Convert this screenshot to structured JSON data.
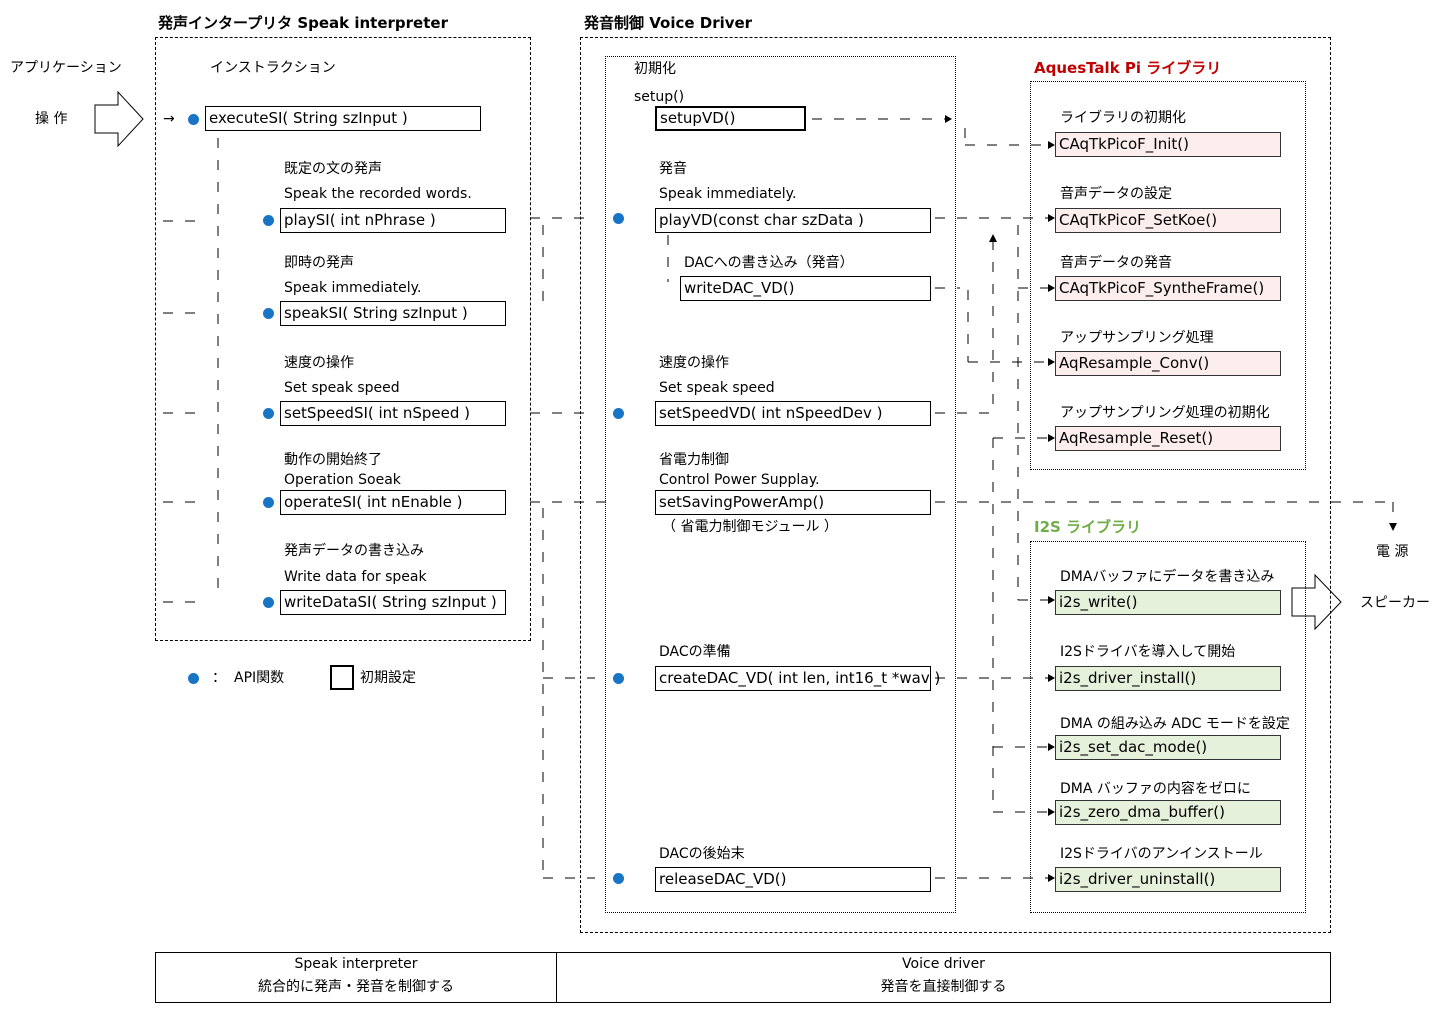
{
  "colors": {
    "api_dot": "#1874c4",
    "aquestalk_title": "#c00000",
    "i2s_title": "#70ad47",
    "pink_fill": "#fdeeee",
    "green_fill": "#e6f1dc"
  },
  "speak_interpreter": {
    "title": "発声インタープリタ Speak interpreter",
    "instruction_label": "インストラクション",
    "execute": "executeSI( String szInput )",
    "items": [
      {
        "jp": "既定の文の発声",
        "en": "Speak the recorded words.",
        "func": "playSI( int nPhrase )"
      },
      {
        "jp": "即時の発声",
        "en": "Speak immediately.",
        "func": "speakSI( String szInput )"
      },
      {
        "jp": "速度の操作",
        "en": "Set speak speed",
        "func": "setSpeedSI( int nSpeed )"
      },
      {
        "jp": "動作の開始終了",
        "en": "Operation Soeak",
        "func": "operateSI( int nEnable )"
      },
      {
        "jp": "発声データの書き込み",
        "en": "Write data for speak",
        "func": "writeDataSI( String szInput )"
      }
    ]
  },
  "application": {
    "label": "アプリケーション",
    "operation": "操 作"
  },
  "voice_driver": {
    "title": "発音制御 Voice Driver",
    "init_label": "初期化",
    "setup_label": "setup()",
    "setup_func": "setupVD()",
    "play_jp": "発音",
    "play_en": "Speak immediately.",
    "play_func": "playVD(const char szData )",
    "dac_write_jp": "DACへの書き込み（発音）",
    "dac_write_func": "writeDAC_VD()",
    "speed_jp": "速度の操作",
    "speed_en": "Set speak speed",
    "speed_func": "setSpeedVD( int nSpeedDev )",
    "power_jp": "省電力制御",
    "power_en": "Control Power Supplay.",
    "power_func": "setSavingPowerAmp()",
    "power_note": "（ 省電力制御モジュール ）",
    "dac_prep_jp": "DACの準備",
    "dac_prep_func": "createDAC_VD( int len, int16_t *wav )",
    "dac_end_jp": "DACの後始末",
    "dac_end_func": "releaseDAC_VD()"
  },
  "aquestalk": {
    "title": "AquesTalk Pi ライブラリ",
    "items": [
      {
        "jp": "ライブラリの初期化",
        "func": "CAqTkPicoF_Init()"
      },
      {
        "jp": "音声データの設定",
        "func": "CAqTkPicoF_SetKoe()"
      },
      {
        "jp": "音声データの発音",
        "func": "CAqTkPicoF_SyntheFrame()"
      },
      {
        "jp": "アップサンプリング処理",
        "func": "AqResample_Conv()"
      },
      {
        "jp": "アップサンプリング処理の初期化",
        "func": "AqResample_Reset()"
      }
    ]
  },
  "i2s": {
    "title": "I2S ライブラリ",
    "items": [
      {
        "jp": "DMAバッファにデータを書き込み",
        "func": "i2s_write()"
      },
      {
        "jp": "I2Sドライバを導入して開始",
        "func": "i2s_driver_install()"
      },
      {
        "jp": "DMA の組み込み ADC モードを設定",
        "func": "i2s_set_dac_mode()"
      },
      {
        "jp": "DMA バッファの内容をゼロに",
        "func": "i2s_zero_dma_buffer()"
      },
      {
        "jp": "I2Sドライバのアンインストール",
        "func": "i2s_driver_uninstall()"
      }
    ]
  },
  "power_source": "電 源",
  "speaker": "スピーカー",
  "legend": {
    "api_mark": "●",
    "api_sep": "：",
    "api_label": "API関数",
    "init_label": "初期設定"
  },
  "footer": {
    "left_title": "Speak interpreter",
    "left_sub": "統合的に発声・発音を制御する",
    "right_title": "Voice driver",
    "right_sub": "発音を直接制御する"
  }
}
